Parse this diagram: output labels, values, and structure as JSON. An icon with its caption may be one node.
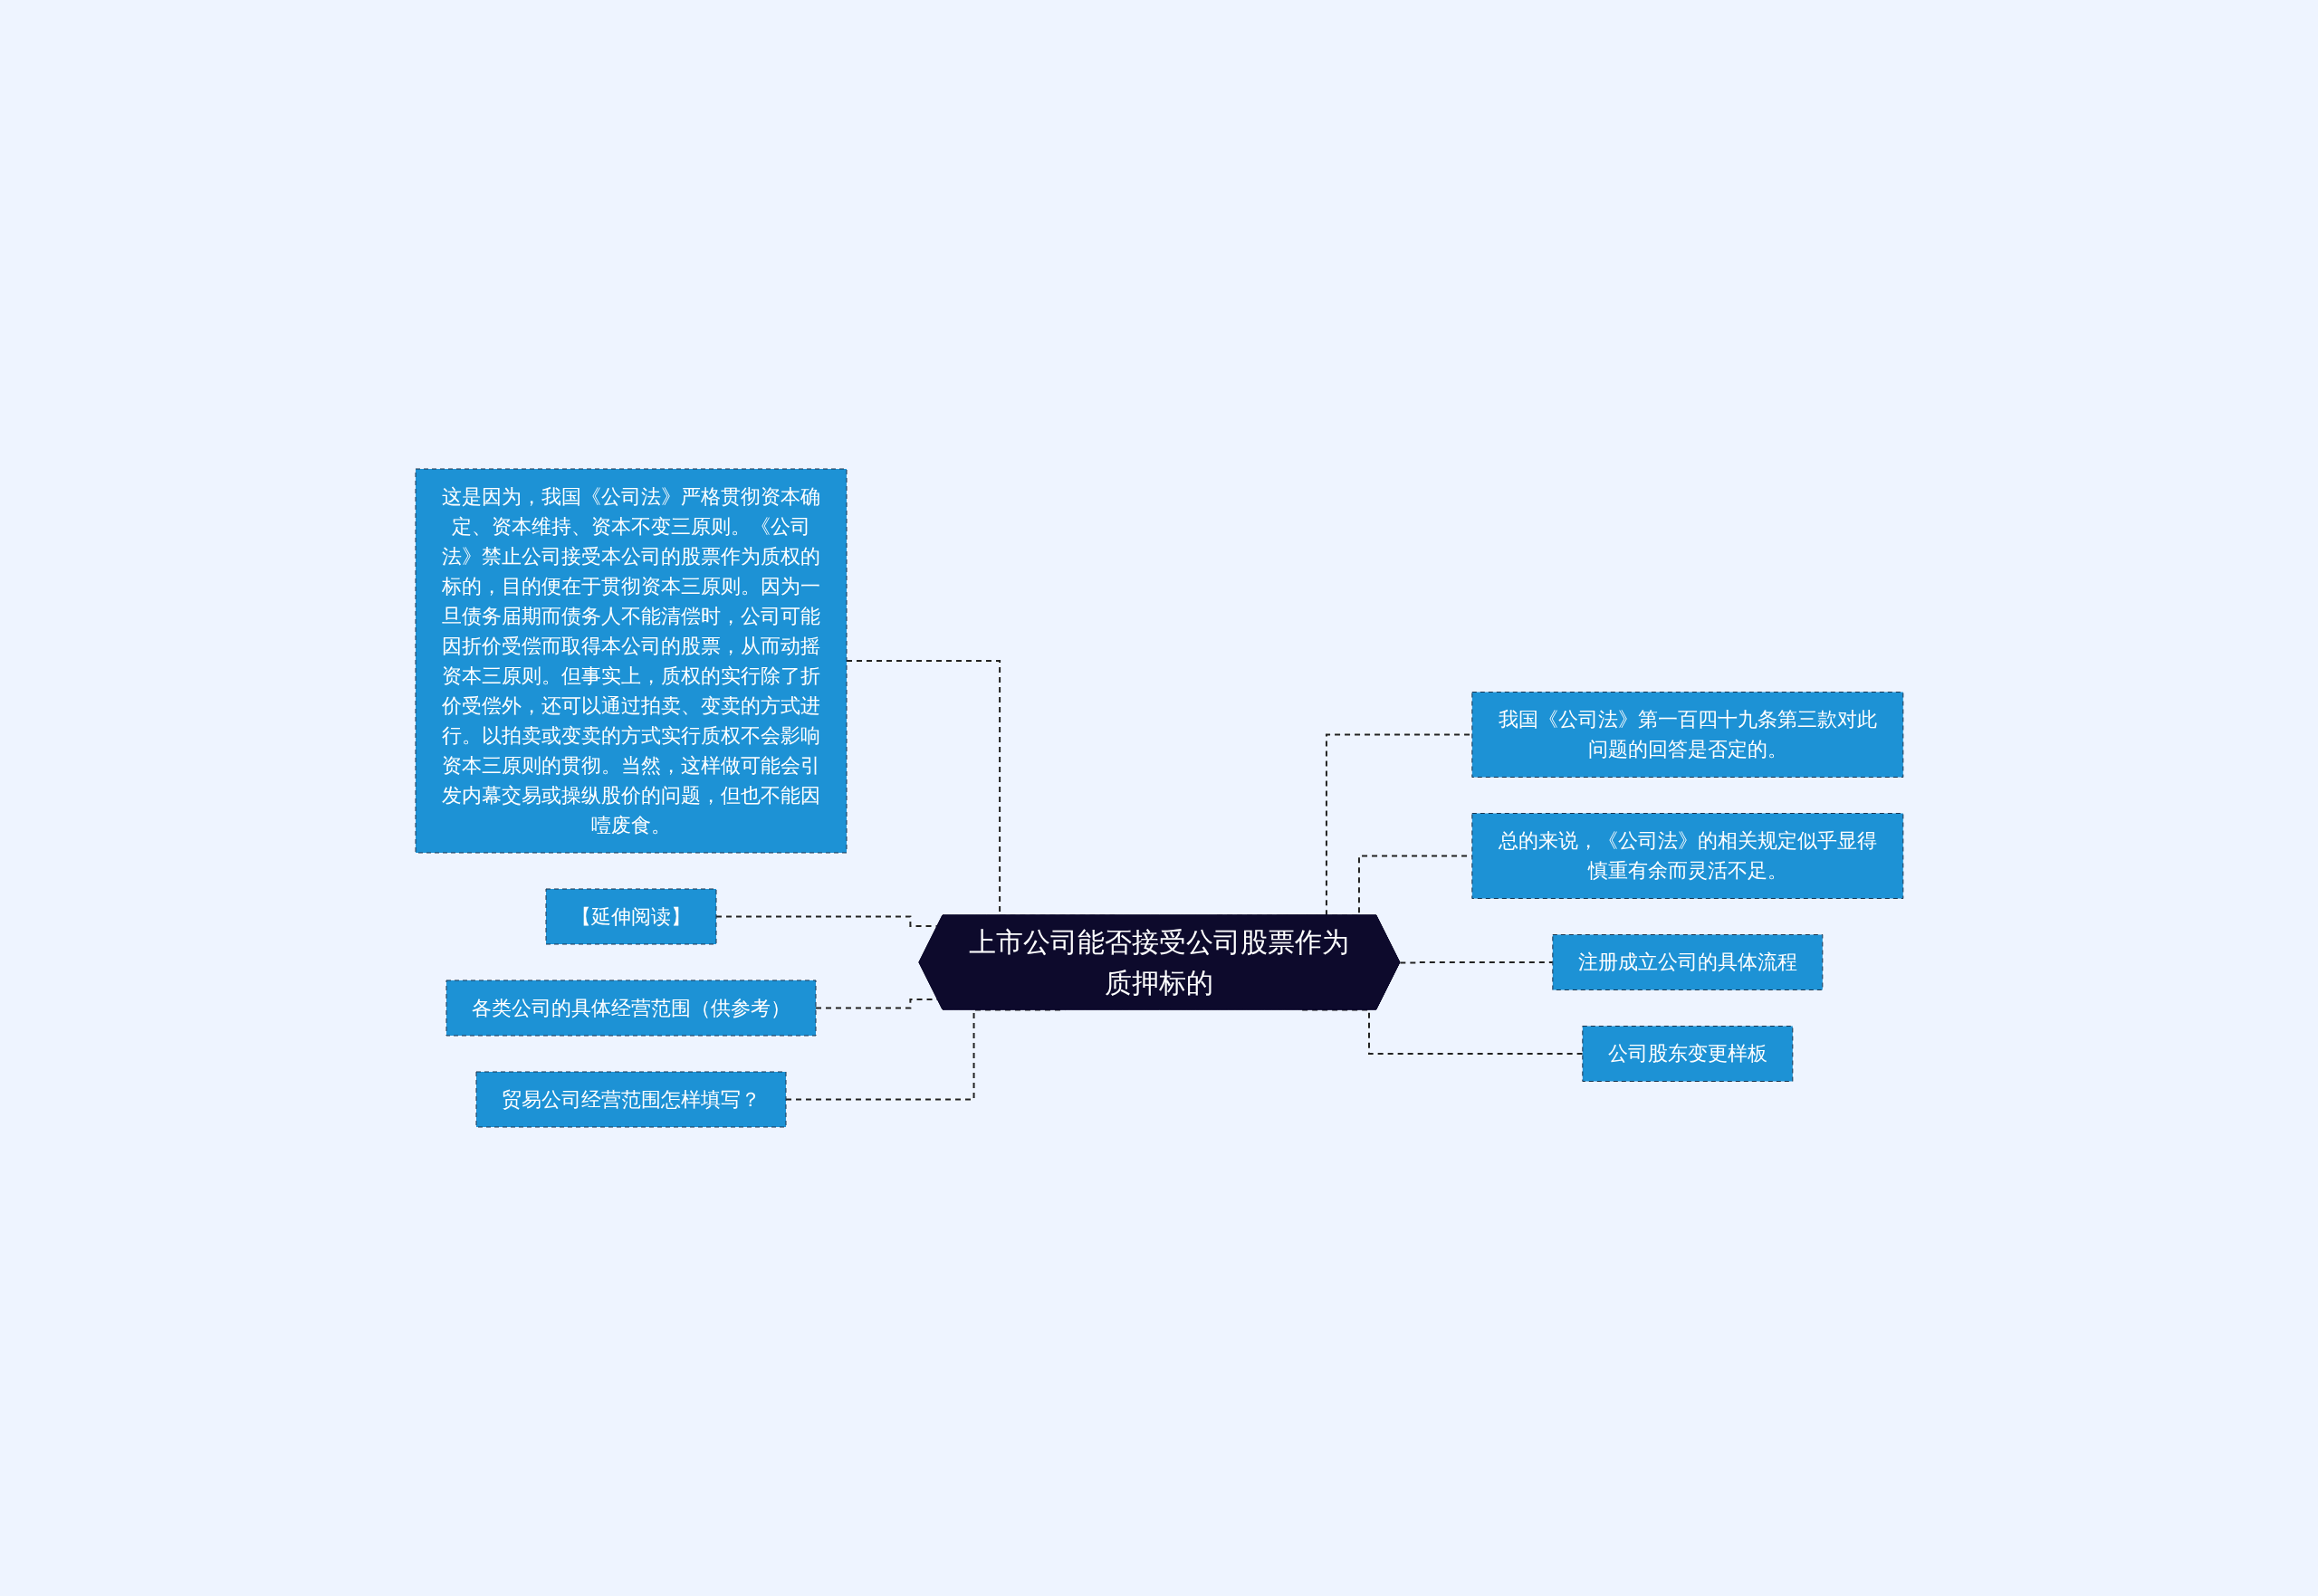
{
  "diagram": {
    "nodes": [
      {
        "text": [
          "上市公司能否接受公司股票作为质押标的"
        ]
      },
      {
        "text": [
          "这是因为，我国《公司法》严格贯彻资本确定、资本维持、资本不变三原则。《公司法》禁止公司接受本公司的股票作为质权的标的，目的便在于贯彻资本三原则。因为一旦债务届期而债务人不能清偿时，公司可能因折价受偿而取得本公司的股票，从而动摇资本三原则。但事实上，质权的实行除了折价受偿外，还可以通过拍卖、变卖的方式进行。以拍卖或变卖的方式实行质权不会影响资本三原则的贯彻。当然，这样做可能会引发内幕交易或操纵股价的问题，但也不能因噎废食。"
        ]
      },
      {
        "text": [
          "【延伸阅读】"
        ]
      },
      {
        "text": [
          "各类公司的具体经营范围（供参考）"
        ]
      },
      {
        "text": [
          "贸易公司经营范围怎样填写？"
        ]
      },
      {
        "text": [
          "我国《公司法》第一百四十九条第三款对此问题的回答是否定的。"
        ]
      },
      {
        "text": [
          "总的来说，《公司法》的相关规定似乎显得慎重有余而灵活不足。"
        ]
      },
      {
        "text": [
          "注册成立公司的具体流程"
        ]
      },
      {
        "text": [
          "公司股东变更样板"
        ]
      }
    ],
    "edges": [
      {
        "from": 1,
        "to": 0,
        "arrow": "none",
        "style": "dashed"
      },
      {
        "from": 2,
        "to": 0,
        "arrow": "none",
        "style": "dashed"
      },
      {
        "from": 3,
        "to": 0,
        "arrow": "none",
        "style": "dashed"
      },
      {
        "from": 4,
        "to": 0,
        "arrow": "none",
        "style": "dashed"
      },
      {
        "from": 0,
        "to": 5,
        "arrow": "none",
        "style": "dashed"
      },
      {
        "from": 0,
        "to": 6,
        "arrow": "none",
        "style": "dashed"
      },
      {
        "from": 0,
        "to": 7,
        "arrow": "none",
        "style": "dashed"
      },
      {
        "from": 0,
        "to": 8,
        "arrow": "none",
        "style": "dashed"
      }
    ]
  }
}
